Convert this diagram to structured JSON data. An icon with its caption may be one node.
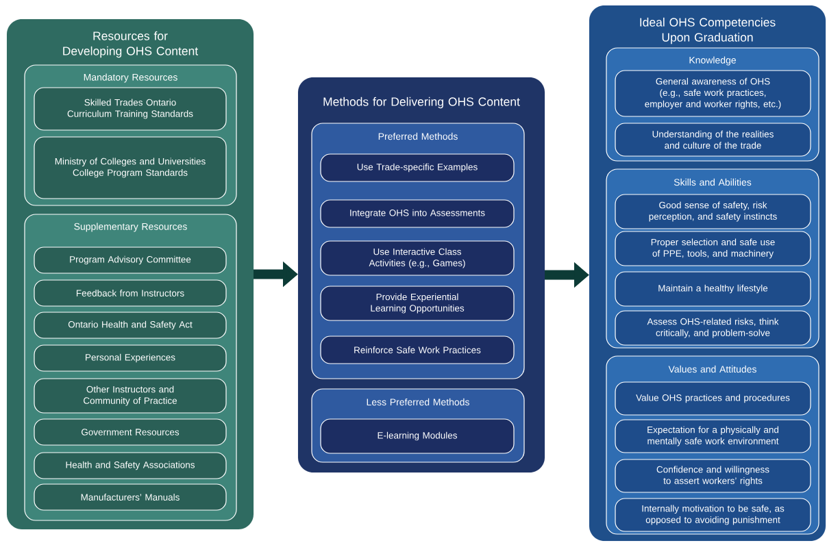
{
  "diagram": {
    "nodes": [
      {
        "text": [
          "Resources for Developing OHS Content"
        ]
      },
      {
        "text": [
          "Mandatory Resources"
        ],
        "in": 0
      },
      {
        "text": [
          "Skilled Trades Ontario Curriculum Training Standards"
        ],
        "in": 1
      },
      {
        "text": [
          "Ministry of Colleges and Universities College Program Standards"
        ],
        "in": 1
      },
      {
        "text": [
          "Supplementary Resources"
        ],
        "in": 0
      },
      {
        "text": [
          "Program Advisory Committee"
        ],
        "in": 4
      },
      {
        "text": [
          "Feedback from Instructors"
        ],
        "in": 4
      },
      {
        "text": [
          "Ontario Health and Safety Act"
        ],
        "in": 4
      },
      {
        "text": [
          "Personal Experiences"
        ],
        "in": 4
      },
      {
        "text": [
          "Other Instructors and Community of Practice"
        ],
        "in": 4
      },
      {
        "text": [
          "Government Resources"
        ],
        "in": 4
      },
      {
        "text": [
          "Health and Safety Associations"
        ],
        "in": 4
      },
      {
        "text": [
          "Manufacturers’ Manuals"
        ],
        "in": 4
      },
      {
        "text": [
          "Methods for Delivering OHS Content"
        ]
      },
      {
        "text": [
          "Preferred Methods"
        ],
        "in": 13
      },
      {
        "text": [
          "Use Trade-specific Examples"
        ],
        "in": 14
      },
      {
        "text": [
          "Integrate OHS into Assessments"
        ],
        "in": 14
      },
      {
        "text": [
          "Use Interactive Class Activities (e.g., Games)"
        ],
        "in": 14
      },
      {
        "text": [
          "Provide Experiential Learning Opportunities"
        ],
        "in": 14
      },
      {
        "text": [
          "Reinforce Safe Work Practices"
        ],
        "in": 14
      },
      {
        "text": [
          "Less Preferred Methods"
        ],
        "in": 13
      },
      {
        "text": [
          "E-learning Modules"
        ],
        "in": 20
      },
      {
        "text": [
          "Ideal OHS Competencies Upon Graduation"
        ]
      },
      {
        "text": [
          "Knowledge"
        ],
        "in": 22
      },
      {
        "text": [
          "General awareness of OHS (e.g., safe work practices, employer and worker rights, etc.)"
        ],
        "in": 23
      },
      {
        "text": [
          "Understanding of the realities and culture of the trade"
        ],
        "in": 23
      },
      {
        "text": [
          "Skills and Abilities"
        ],
        "in": 22
      },
      {
        "text": [
          "Good sense of safety, risk perception, and safety instincts"
        ],
        "in": 26
      },
      {
        "text": [
          "Proper selection and safe use of PPE, tools, and machinery"
        ],
        "in": 26
      },
      {
        "text": [
          "Maintain a healthy lifestyle"
        ],
        "in": 26
      },
      {
        "text": [
          "Assess OHS-related risks, think critically, and problem-solve"
        ],
        "in": 26
      },
      {
        "text": [
          "Values and Attitudes"
        ],
        "in": 22
      },
      {
        "text": [
          "Value OHS practices and procedures"
        ],
        "in": 31
      },
      {
        "text": [
          "Expectation for a physically and mentally safe work environment"
        ],
        "in": 31
      },
      {
        "text": [
          "Confidence and willingness to assert workers’ rights"
        ],
        "in": 31
      },
      {
        "text": [
          "Internally motivation to be safe, as opposed to avoiding punishment"
        ],
        "in": 31
      }
    ],
    "edges": [
      {
        "from": 0,
        "to": 13,
        "arrow": "to"
      },
      {
        "from": 13,
        "to": 22,
        "arrow": "to"
      }
    ]
  }
}
